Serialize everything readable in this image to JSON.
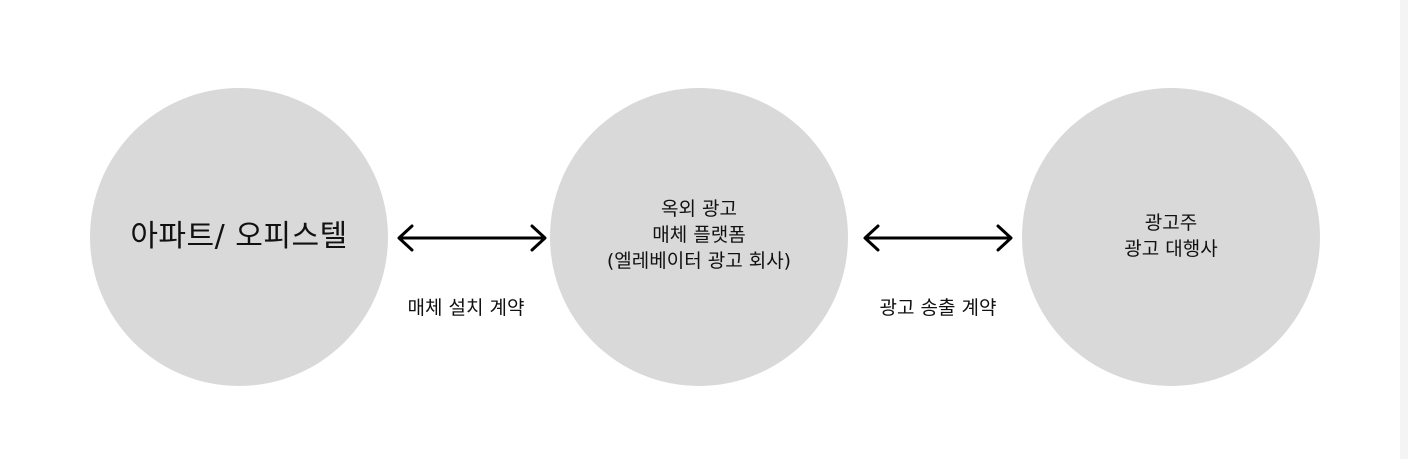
{
  "nodes": [
    {
      "lines": [
        "아파트/ 오피스텔"
      ]
    },
    {
      "lines": [
        "옥외 광고",
        "매체 플랫폼",
        "(엘레베이터 광고 회사)"
      ]
    },
    {
      "lines": [
        "광고주",
        "광고 대행사"
      ]
    }
  ],
  "edges": [
    {
      "label": "매체 설치 계약",
      "direction": "bidirectional"
    },
    {
      "label": "광고 송출 계약",
      "direction": "bidirectional"
    }
  ],
  "colors": {
    "node_fill": "#d9d9d9",
    "text": "#111111",
    "arrow": "#000000",
    "background": "#ffffff"
  }
}
